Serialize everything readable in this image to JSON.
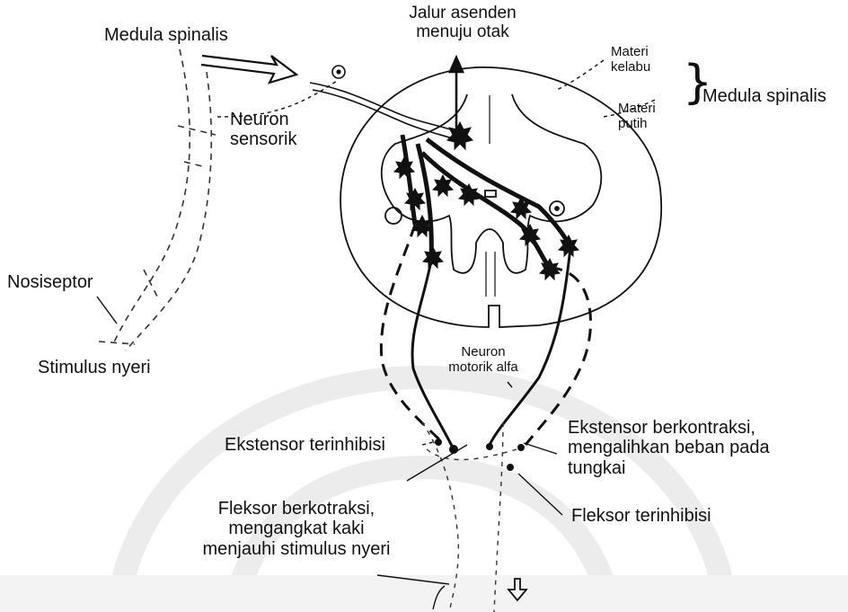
{
  "labels": {
    "medula_top": "Medula spinalis",
    "jalur_1": "Jalur asenden",
    "jalur_2": "menuju otak",
    "materi_kelabu_1": "Materi",
    "materi_kelabu_2": "kelabu",
    "materi_putih_1": "Materi",
    "materi_putih_2": "putih",
    "medula_right": "Medula spinalis",
    "neuron_sensorik_1": "Neuron",
    "neuron_sensorik_2": "sensorik",
    "nosiseptor": "Nosiseptor",
    "stimulus": "Stimulus nyeri",
    "neuron_motorik_1": "Neuron",
    "neuron_motorik_2": "motorik alfa",
    "ekstensor_inhib": "Ekstensor terinhibisi",
    "ekstensor_kontr_1": "Ekstensor berkontraksi,",
    "ekstensor_kontr_2": "mengalihkan beban pada",
    "ekstensor_kontr_3": "tungkai",
    "fleksor_kontr_1": "Fleksor berkotraksi,",
    "fleksor_kontr_2": "mengangkat kaki",
    "fleksor_kontr_3": "menjauhi stimulus nyeri",
    "fleksor_inhib": "Fleksor terinhibisi"
  },
  "colors": {
    "ink": "#111111",
    "watermark": "#ececec",
    "background": "#ffffff"
  },
  "icons": [
    "pointing-arrow-icon",
    "down-arrow-icon",
    "neuron-star-icon"
  ]
}
